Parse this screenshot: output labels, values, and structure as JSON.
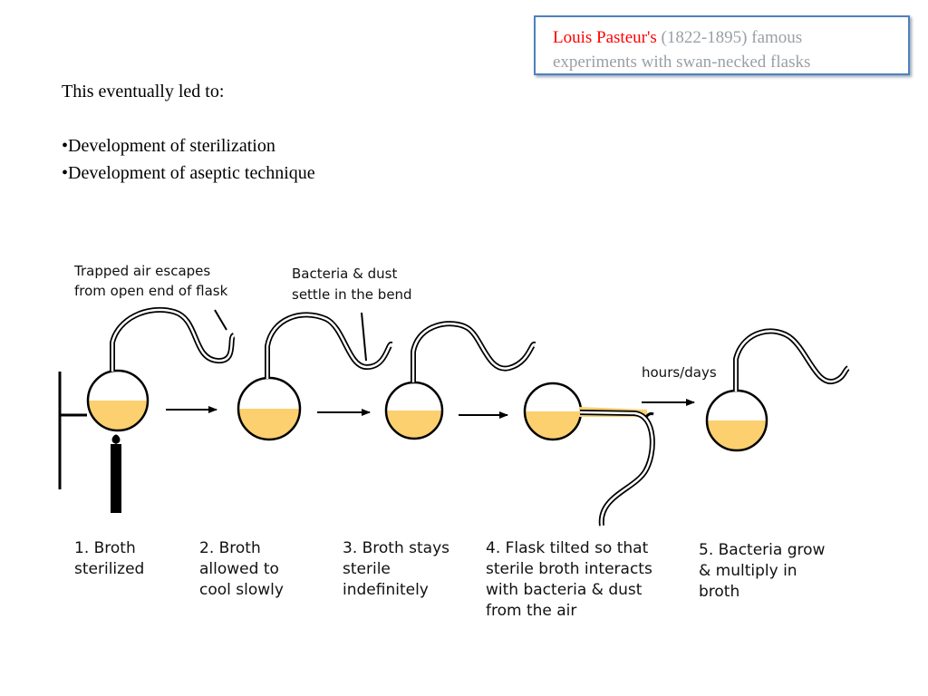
{
  "title": {
    "name": "Louis Pasteur's",
    "dates": "(1822-1895) famous",
    "line2": "experiments with swan-necked flasks",
    "accent_color": "#ff0000",
    "border_color": "#4f81bd"
  },
  "intro": "This eventually led to:",
  "bullets": [
    "•Development of sterilization",
    "•Development of aseptic technique"
  ],
  "diagram": {
    "broth_color": "#fccf6f",
    "callouts": {
      "air_line1": "Trapped air escapes",
      "air_line2": "from open end of flask",
      "bacteria_line1": "Bacteria & dust",
      "bacteria_line2": "settle in the bend",
      "time": "hours/days"
    },
    "steps": [
      {
        "lines": [
          "1. Broth",
          "sterilized"
        ]
      },
      {
        "lines": [
          "2. Broth",
          "allowed to",
          "cool slowly"
        ]
      },
      {
        "lines": [
          "3. Broth stays",
          "sterile",
          "indefinitely"
        ]
      },
      {
        "lines": [
          "4. Flask tilted so that",
          "sterile broth interacts",
          "with bacteria & dust",
          "from the air"
        ]
      },
      {
        "lines": [
          "5. Bacteria grow",
          "& multiply in",
          "broth"
        ]
      }
    ]
  }
}
